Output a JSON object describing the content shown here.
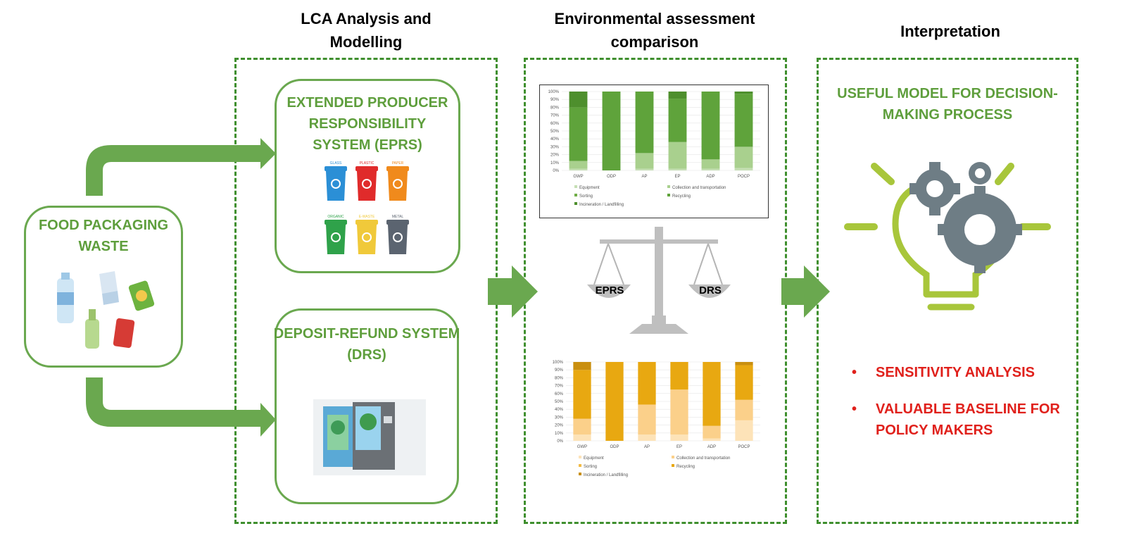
{
  "columns": {
    "lca_title": [
      "LCA Analysis and",
      "Modelling"
    ],
    "env_title": [
      "Environmental assessment",
      "comparison"
    ],
    "interp_title": "Interpretation"
  },
  "source": {
    "title": [
      "FOOD PACKAGING",
      "WASTE"
    ]
  },
  "eprs": {
    "title": [
      "EXTENDED PRODUCER",
      "RESPONSIBILITY",
      "SYSTEM (EPRS)"
    ],
    "bins": [
      {
        "label": "GLASS",
        "color": "#2b8fd6"
      },
      {
        "label": "PLASTIC",
        "color": "#e02b2b"
      },
      {
        "label": "PAPER",
        "color": "#f08a1c"
      },
      {
        "label": "ORGANIC",
        "color": "#2fa24a"
      },
      {
        "label": "E-WASTE",
        "color": "#f0c93a"
      },
      {
        "label": "METAL",
        "color": "#5b6470"
      }
    ]
  },
  "drs": {
    "title": [
      "DEPOSIT-REFUND SYSTEM",
      "(DRS)"
    ]
  },
  "scale": {
    "left_label": "EPRS",
    "right_label": "DRS"
  },
  "interpretation": {
    "title": [
      "USEFUL MODEL FOR DECISION-",
      "MAKING PROCESS"
    ],
    "bullets": [
      [
        "SENSITIVITY ANALYSIS"
      ],
      [
        "VALUABLE BASELINE FOR",
        "POLICY MAKERS"
      ]
    ]
  },
  "chart_data": [
    {
      "type": "bar",
      "title": "",
      "stacked": true,
      "categories": [
        "GWP",
        "ODP",
        "AP",
        "EP",
        "ADP",
        "POCP"
      ],
      "yticks": [
        "0%",
        "10%",
        "20%",
        "30%",
        "40%",
        "50%",
        "60%",
        "70%",
        "80%",
        "90%",
        "100%"
      ],
      "ylim": [
        0,
        100
      ],
      "series": [
        {
          "name": "Equipment",
          "values": [
            2,
            0,
            2,
            2,
            2,
            3
          ],
          "color": "#c5dfb4"
        },
        {
          "name": "Collection and transportation",
          "values": [
            10,
            0,
            20,
            34,
            12,
            27
          ],
          "color": "#a9d08e"
        },
        {
          "name": "Sorting",
          "values": [
            0,
            0,
            0,
            0,
            0,
            0
          ],
          "color": "#70ad47"
        },
        {
          "name": "Recycling",
          "values": [
            68,
            100,
            78,
            55,
            86,
            67
          ],
          "color": "#5fa33b"
        },
        {
          "name": "Incineration / Landfilling",
          "values": [
            20,
            0,
            0,
            9,
            0,
            3
          ],
          "color": "#4e8f2d"
        }
      ],
      "legend": [
        "Equipment",
        "Collection and transportation",
        "Sorting",
        "Recycling",
        "Incineration / Landfilling"
      ]
    },
    {
      "type": "bar",
      "title": "",
      "stacked": true,
      "categories": [
        "GWP",
        "ODP",
        "AP",
        "EP",
        "ADP",
        "POCP"
      ],
      "yticks": [
        "0%",
        "10%",
        "20%",
        "30%",
        "40%",
        "50%",
        "60%",
        "70%",
        "80%",
        "90%",
        "100%"
      ],
      "ylim": [
        0,
        100
      ],
      "series": [
        {
          "name": "Equipment",
          "values": [
            8,
            0,
            8,
            8,
            3,
            26
          ],
          "color": "#fde3b8"
        },
        {
          "name": "Collection and transportation",
          "values": [
            20,
            0,
            38,
            57,
            16,
            26
          ],
          "color": "#fbd08a"
        },
        {
          "name": "Sorting",
          "values": [
            0,
            0,
            0,
            0,
            0,
            0
          ],
          "color": "#f3bb45"
        },
        {
          "name": "Recycling",
          "values": [
            62,
            100,
            54,
            35,
            81,
            44
          ],
          "color": "#e8a811"
        },
        {
          "name": "Incineration / Landfilling",
          "values": [
            10,
            0,
            0,
            0,
            0,
            4
          ],
          "color": "#c98f10"
        }
      ],
      "legend": [
        "Equipment",
        "Collection and transportation",
        "Sorting",
        "Recycling",
        "Incineration / Landfilling"
      ]
    }
  ]
}
